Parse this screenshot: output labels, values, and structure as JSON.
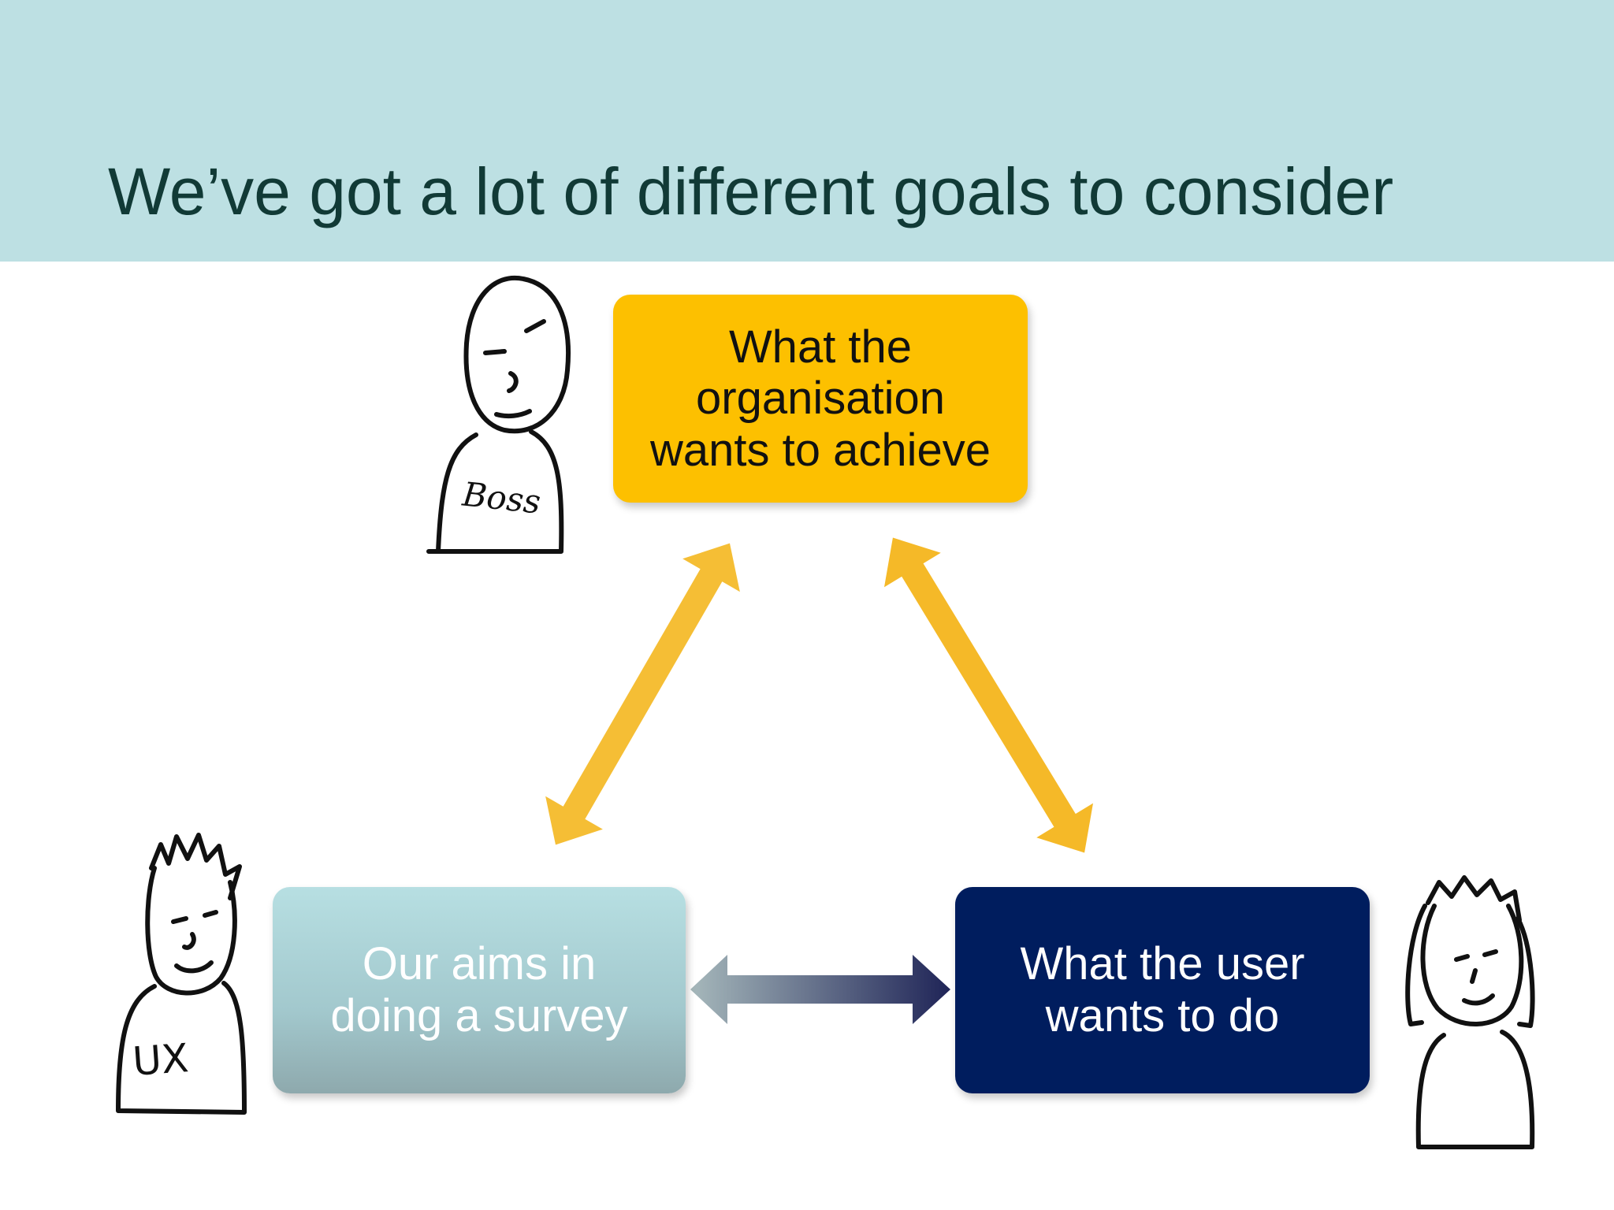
{
  "slide": {
    "title": "We’ve got a lot of different goals to consider"
  },
  "nodes": {
    "organisation": {
      "label": "What the\norganisation\nwants to achieve",
      "color": "#fdc000"
    },
    "survey": {
      "label": "Our aims in\ndoing a survey",
      "color": "#b7dfe2"
    },
    "user": {
      "label": "What the user\nwants to do",
      "color": "#001d5e"
    }
  },
  "figures": {
    "boss_badge": "Boss",
    "ux_badge": "UX"
  },
  "colors": {
    "header_bg": "#bde0e3",
    "title_text": "#113a36",
    "arrow_gold": "#f3b21f",
    "arrow_navy": "#1f2457",
    "arrow_grey": "#9aacb0"
  }
}
